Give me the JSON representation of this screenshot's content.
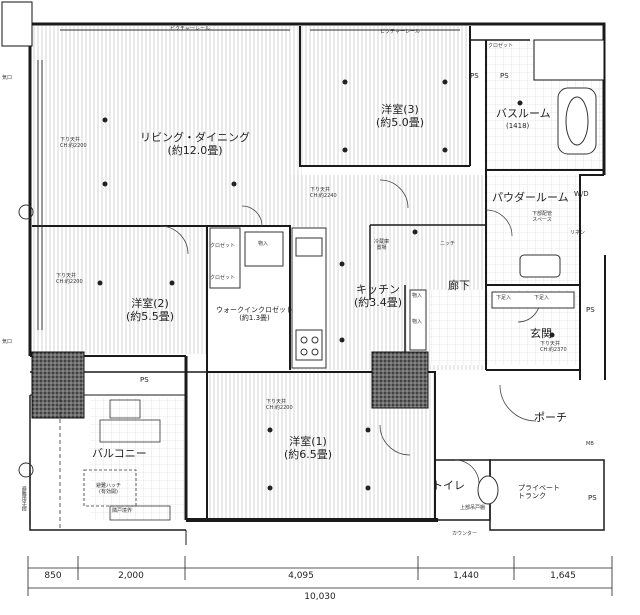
{
  "rooms": {
    "living": {
      "name": "リビング・ダイニング",
      "area": "(約12.0畳)"
    },
    "western3": {
      "name": "洋室(3)",
      "area": "(約5.0畳)"
    },
    "western2": {
      "name": "洋室(2)",
      "area": "(約5.5畳)"
    },
    "western1": {
      "name": "洋室(1)",
      "area": "(約6.5畳)"
    },
    "kitchen": {
      "name": "キッチン",
      "area": "(約3.4畳)"
    },
    "walkin": {
      "name": "ウォークインクロゼット",
      "area": "(約1.3畳)"
    },
    "bathroom": "バスルーム",
    "bath_size": "(1418)",
    "powder": "パウダールーム",
    "entrance": "玄関",
    "corridor": "廊下",
    "porch": "ポーチ",
    "toilet": "トイレ",
    "balcony": "バルコニー",
    "private_trunk": {
      "line1": "プライベート",
      "line2": "トランク"
    }
  },
  "labels": {
    "picture_rail_1": "ピクチャーレール",
    "picture_rail_2": "ピクチャーレール",
    "closet_top": "クロゼット",
    "closet_1": "クロゼット",
    "closet_2": "クロゼット",
    "storage_1": "物入",
    "storage_2": "物入",
    "storage_3": "物入",
    "fridge": {
      "line1": "冷蔵庫",
      "line2": "置場"
    },
    "niche": "ニッチ",
    "shoe_1": "下足入",
    "shoe_2": "下足入",
    "wd": "W/D",
    "linen": "リネン",
    "washbasin_space": {
      "line1": "下部配管",
      "line2": "スペース"
    },
    "ps_1": "PS",
    "ps_2": "PS",
    "ps_3": "PS",
    "ps_4": "PS",
    "ps_5": "PS",
    "meter_box": "MB",
    "counter": "カウンター",
    "upper_shelf": "上部吊戸棚",
    "vent_1": "気口",
    "vent_2": "気口",
    "fire_escape": {
      "line1": "避難ハッチ",
      "line2": "(有効開)"
    },
    "partition": "隣戸境界",
    "eave_line": "避難用手摺"
  },
  "ceiling_notes": {
    "lowered": "下り天井",
    "ch_2200": "CH:約2200",
    "ch_2240": "CH:約2240",
    "ch_2370": "CH:約2370"
  },
  "dimensions": [
    "850",
    "2,000",
    "4,095",
    "1,440",
    "1,645"
  ],
  "total_dimension": "10,030",
  "colors": {
    "wall": "#1a1a1a",
    "floor_line": "#bdbdbd",
    "dark_fill": "#3a3a3a"
  }
}
